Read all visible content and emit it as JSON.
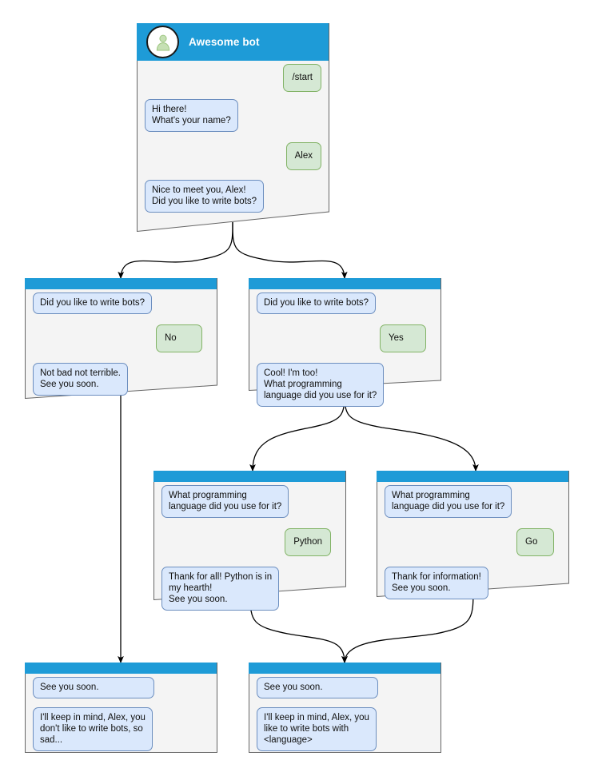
{
  "diagram": {
    "type": "bot-conversation-flowchart",
    "colors": {
      "header_blue": "#1e9bd7",
      "node_body": "#f4f4f4",
      "node_border": "#666666",
      "bot_bubble_fill": "#dae8fc",
      "bot_bubble_border": "#6c8ebf",
      "user_bubble_fill": "#d5e8d4",
      "user_bubble_border": "#82b366",
      "edge_stroke": "#000000",
      "page_background": "#ffffff"
    },
    "avatar_icon": "person-avatar-icon"
  },
  "nodes": [
    {
      "id": "root",
      "title": "Awesome bot",
      "messages": [
        {
          "from": "user",
          "text": "/start"
        },
        {
          "from": "bot",
          "text": "Hi there!\nWhat's your name?"
        },
        {
          "from": "user",
          "text": "Alex"
        },
        {
          "from": "bot",
          "text": "Nice to meet you, Alex!\nDid you like to write bots?"
        }
      ]
    },
    {
      "id": "answer-no",
      "messages": [
        {
          "from": "bot",
          "text": "Did you like to write bots?"
        },
        {
          "from": "user",
          "text": "No"
        },
        {
          "from": "bot",
          "text": "Not bad not terrible.\nSee you soon."
        }
      ]
    },
    {
      "id": "answer-yes",
      "messages": [
        {
          "from": "bot",
          "text": "Did you like to write bots?"
        },
        {
          "from": "user",
          "text": "Yes"
        },
        {
          "from": "bot",
          "text": "Cool! I'm too!\nWhat programming\nlanguage did you use for it?"
        }
      ]
    },
    {
      "id": "language-python",
      "messages": [
        {
          "from": "bot",
          "text": "What programming\nlanguage did you use for it?"
        },
        {
          "from": "user",
          "text": "Python"
        },
        {
          "from": "bot",
          "text": "Thank for all! Python is in\nmy hearth!\nSee you soon."
        }
      ]
    },
    {
      "id": "language-go",
      "messages": [
        {
          "from": "bot",
          "text": "What programming\nlanguage did you use for it?"
        },
        {
          "from": "user",
          "text": "Go"
        },
        {
          "from": "bot",
          "text": "Thank for information!\nSee you soon."
        }
      ]
    },
    {
      "id": "farewell-sad",
      "messages": [
        {
          "from": "bot",
          "text": "See you soon."
        },
        {
          "from": "bot",
          "text": "I'll keep in mind, Alex, you\ndon't like to write bots, so\nsad..."
        }
      ]
    },
    {
      "id": "farewell-happy",
      "messages": [
        {
          "from": "bot",
          "text": "See you soon."
        },
        {
          "from": "bot",
          "text": "I'll keep in mind, Alex, you\nlike to write bots with\n<language>"
        }
      ]
    }
  ]
}
